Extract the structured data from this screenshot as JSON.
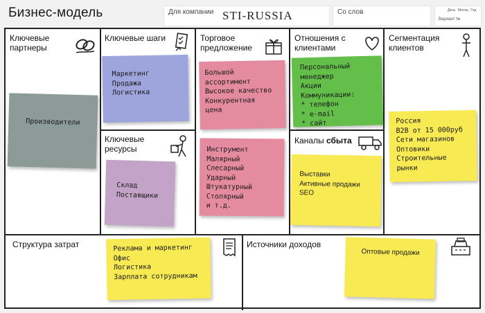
{
  "header": {
    "title": "Бизнес-модель",
    "company_label": "Для компании",
    "company_value": "STI-RUSSIA",
    "author_label": "Со слов",
    "dates": [
      "День",
      "Месяц",
      "Год"
    ],
    "variant_label": "Вариант №"
  },
  "blocks": {
    "partners": {
      "title": "Ключевые\nпартнеры",
      "icon": "chain-link-icon",
      "items": [
        "Производители"
      ]
    },
    "activities": {
      "title": "Ключевые шаги",
      "icon": "checklist-icon",
      "items": [
        "Маркетинг",
        "Продажа",
        "Логистика"
      ]
    },
    "resources": {
      "title": "Ключевые\nресурсы",
      "icon": "worker-icon",
      "items": [
        "Склад",
        "Поставщики"
      ]
    },
    "value": {
      "title": "Торговое\nпредложение",
      "icon": "gift-icon",
      "items": [
        "Большой",
        "ассортимент",
        "Высокое качество",
        "Конкурентная",
        "цена"
      ],
      "items2": [
        "Инструмент",
        "Малярный",
        "Слесарный",
        "Ударный",
        "Штукатурный",
        "Столярный",
        "и т.д."
      ]
    },
    "relationships": {
      "title": "Отношения с\nклиентами",
      "icon": "heart-icon",
      "items": [
        "Персональный",
        "менеджер",
        "Акции",
        "Коммуникации:",
        "* телефон",
        "* e-mail",
        "* сайт"
      ]
    },
    "channels": {
      "title_start": "Каналы",
      "title_end": "сбыта",
      "icon": "truck-icon",
      "items": [
        "Выставки",
        "Активные продажи",
        "SEO"
      ]
    },
    "segments": {
      "title": "Сегментация\nклиентов",
      "icon": "person-icon",
      "items": [
        "Россия",
        "B2B от 15 000руб",
        "Сети магазинов",
        "Оптовики",
        "Строительные",
        "рынки"
      ]
    },
    "costs": {
      "title": "Структура затрат",
      "icon": "receipt-icon",
      "items": [
        "Реклама и маркетинг",
        "Офис",
        "Логистика",
        "Зарплата сотрудникам"
      ]
    },
    "revenue": {
      "title": "Источники доходов",
      "icon": "cash-register-icon",
      "items": [
        "Оптовые продажи"
      ]
    }
  },
  "colors": {
    "blue": "#9ea5dc",
    "pink": "#e48ba0",
    "green": "#63bf4a",
    "yellow": "#f8ea52",
    "gray": "#8c9a98",
    "lilac": "#c4a3c8"
  }
}
